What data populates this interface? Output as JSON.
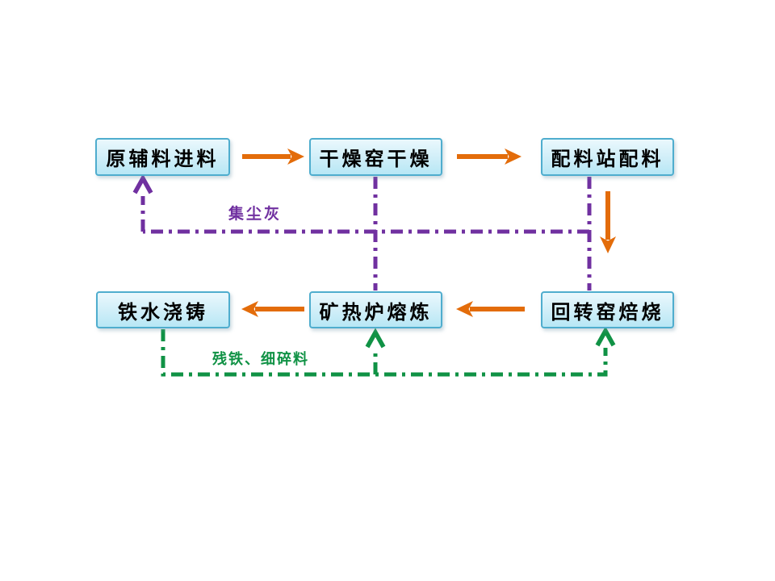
{
  "diagram": {
    "type": "flowchart",
    "nodes": [
      {
        "id": "raw-material-feed",
        "label": "原辅料进料"
      },
      {
        "id": "drying-kiln",
        "label": "干燥窑干燥"
      },
      {
        "id": "batching-station",
        "label": "配料站配料"
      },
      {
        "id": "iron-casting",
        "label": "铁水浇铸"
      },
      {
        "id": "ore-smelting-furnace",
        "label": "矿热炉熔炼"
      },
      {
        "id": "rotary-kiln-roasting",
        "label": "回转窑焙烧"
      }
    ],
    "edges": [
      {
        "from": "原辅料进料",
        "to": "干燥窑干燥",
        "style": "solid-orange-arrow"
      },
      {
        "from": "干燥窑干燥",
        "to": "配料站配料",
        "style": "solid-orange-arrow"
      },
      {
        "from": "配料站配料",
        "to": "回转窑焙烧",
        "style": "solid-orange-arrow"
      },
      {
        "from": "回转窑焙烧",
        "to": "矿热炉熔炼",
        "style": "solid-orange-arrow"
      },
      {
        "from": "矿热炉熔炼",
        "to": "铁水浇铸",
        "style": "solid-orange-arrow"
      },
      {
        "from": "干燥窑干燥 / 矿热炉熔炼 / 配料站配料 / 回转窑焙烧",
        "to": "原辅料进料",
        "style": "dashdot-purple-arrow",
        "label": "集尘灰"
      },
      {
        "from": "铁水浇铸",
        "to": "矿热炉熔炼",
        "style": "dashdot-green-arrow",
        "label": "残铁、细碎料"
      },
      {
        "from": "铁水浇铸",
        "to": "回转窑焙烧",
        "style": "dashdot-green-arrow",
        "label": "残铁、细碎料"
      }
    ],
    "flow_labels": {
      "dust": "集尘灰",
      "residual": "残铁、细碎料"
    },
    "colors": {
      "process_arrow": "#E36C0A",
      "dust_line": "#7030A0",
      "residual_line": "#109245",
      "node_border": "#4FADCE",
      "node_fill_top": "#EAF8FD",
      "node_fill_bottom": "#B7E7F5",
      "node_text": "#000000",
      "background": "#FFFFFF"
    }
  }
}
